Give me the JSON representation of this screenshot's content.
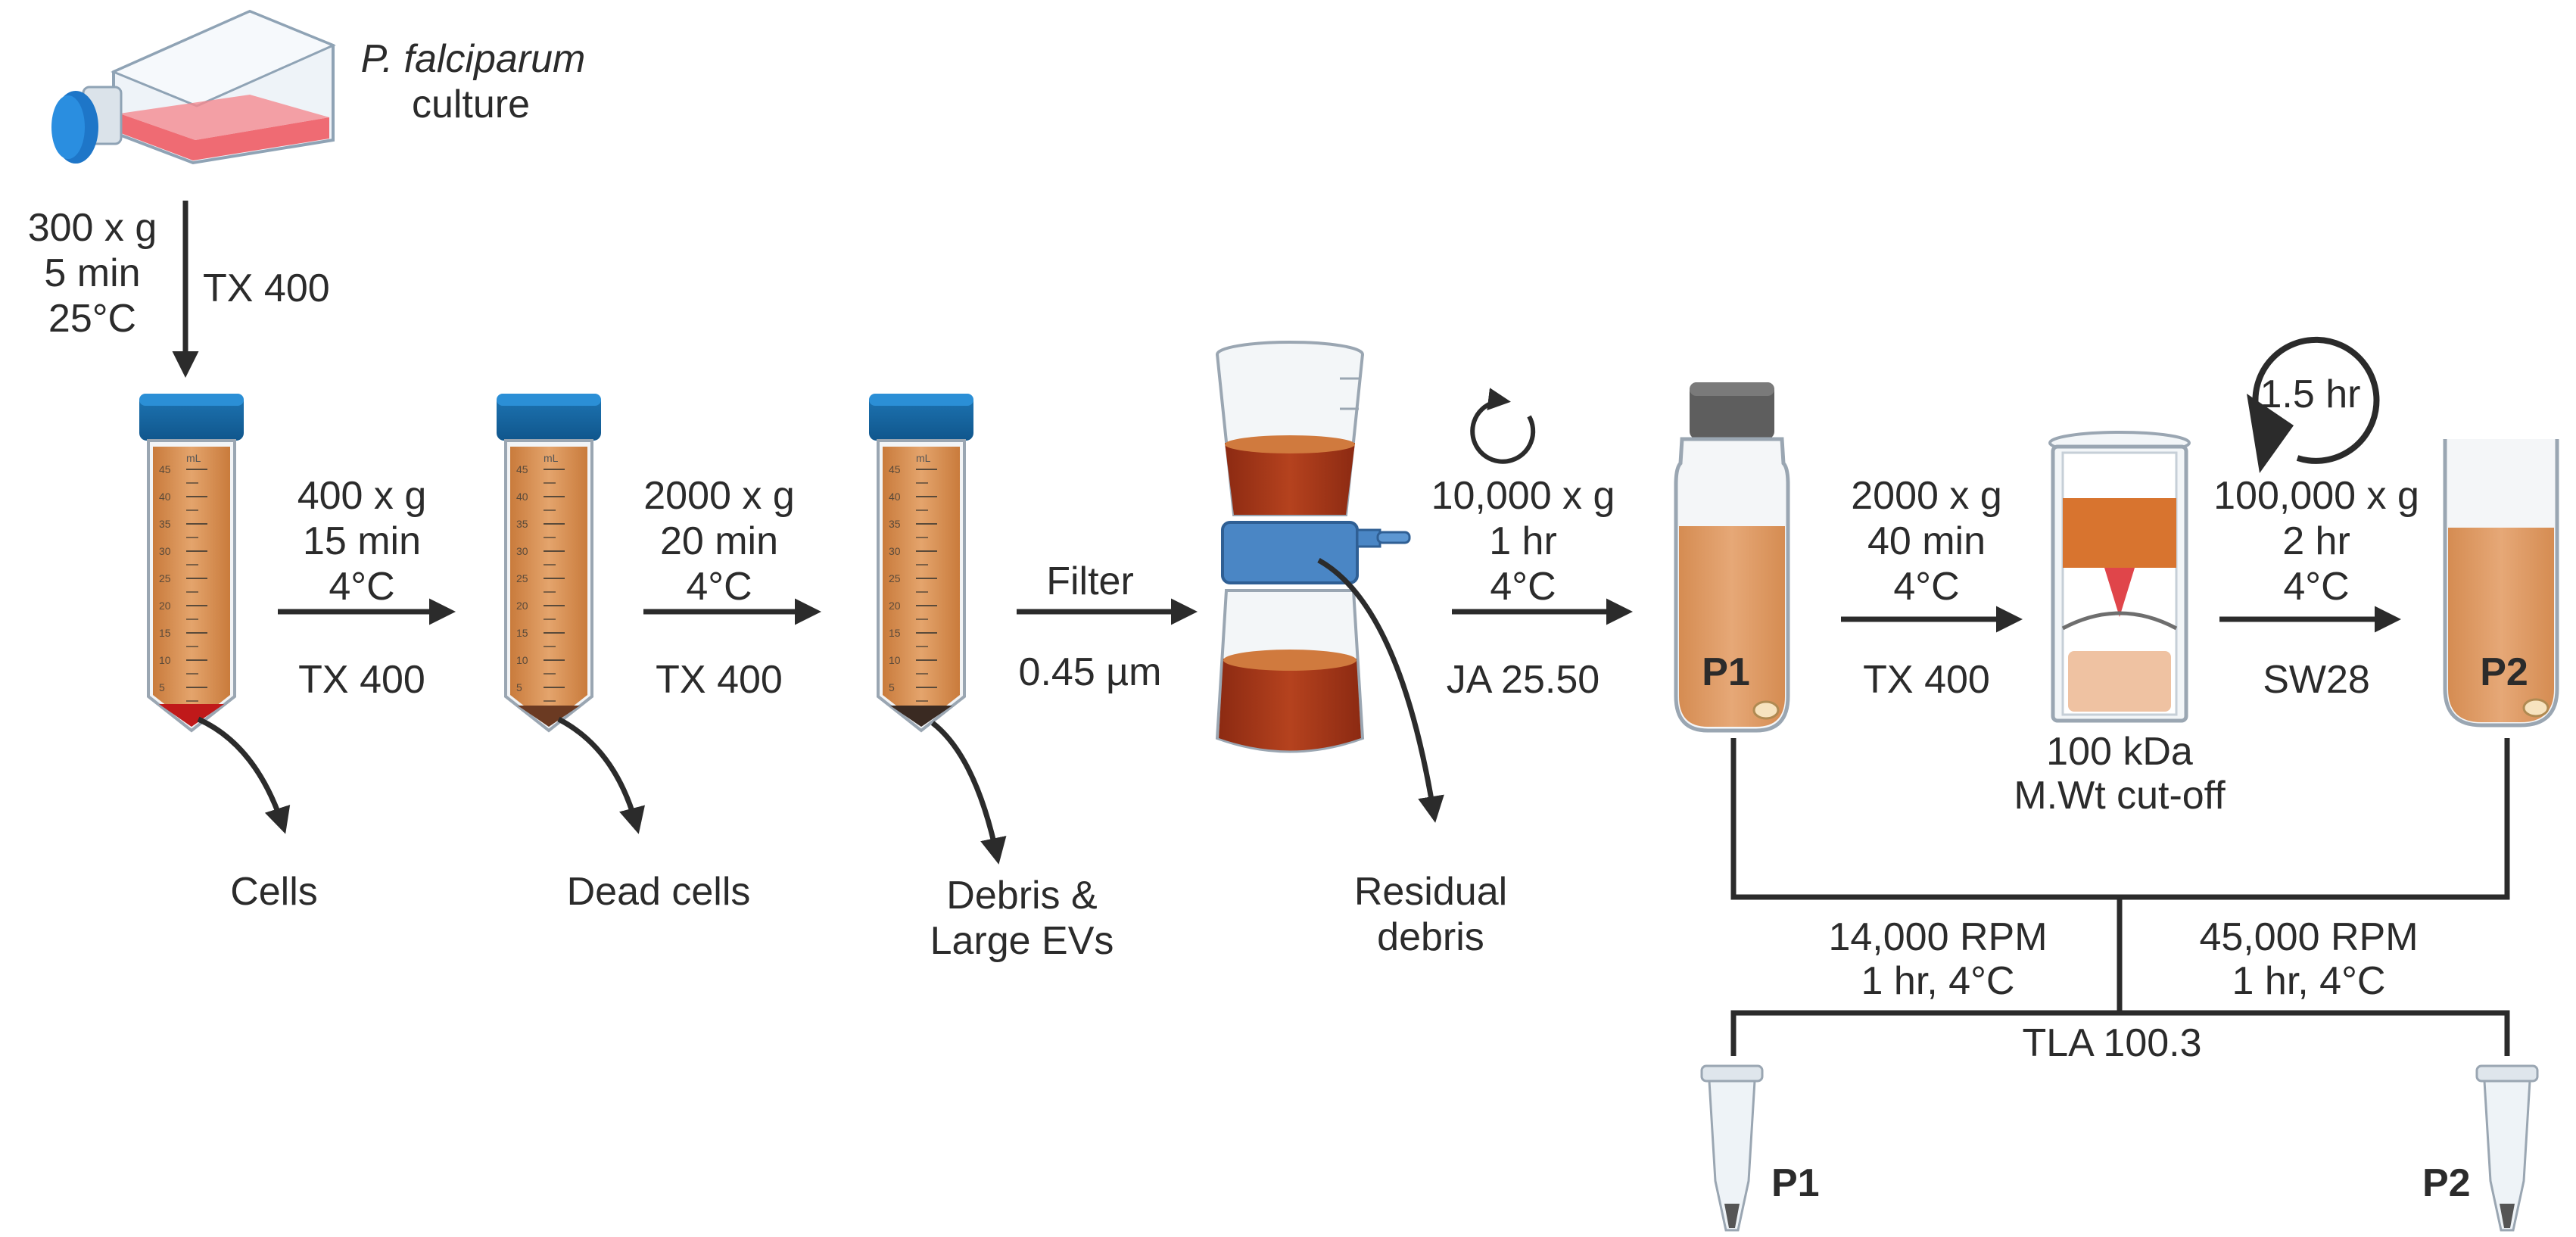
{
  "culture": {
    "name": "P. falciparum",
    "suffix": "culture"
  },
  "step0": {
    "lines": [
      "300 x g",
      "5 min",
      "25°C"
    ],
    "rotor": "TX 400"
  },
  "step1": {
    "lines": [
      "400 x g",
      "15 min",
      "4°C"
    ],
    "rotor": "TX 400"
  },
  "step2": {
    "lines": [
      "2000 x g",
      "20 min",
      "4°C"
    ],
    "rotor": "TX 400"
  },
  "step3": {
    "lines": [
      "Filter"
    ],
    "rotor": "0.45 µm"
  },
  "step4": {
    "lines": [
      "10,000 x g",
      "1 hr",
      "4°C"
    ],
    "rotor": "JA 25.50"
  },
  "step5": {
    "lines": [
      "2000 x g",
      "40 min",
      "4°C"
    ],
    "rotor": "TX 400"
  },
  "step6": {
    "lines": [
      "100,000 x g",
      "2 hr",
      "4°C"
    ],
    "rotor": "SW28",
    "rotation_time": "1.5 hr"
  },
  "discards": {
    "cells": "Cells",
    "dead_cells": "Dead cells",
    "debris_large_evs": [
      "Debris &",
      "Large EVs"
    ],
    "residual_debris": [
      "Residual",
      "debris"
    ]
  },
  "concentrator": {
    "lines": [
      "100 kDa",
      "M.Wt cut-off"
    ]
  },
  "bottles": {
    "p1": "P1",
    "p2": "P2"
  },
  "final": {
    "left_lines": [
      "14,000 RPM",
      "1 hr, 4°C"
    ],
    "right_lines": [
      "45,000 RPM",
      "1 hr, 4°C"
    ],
    "rotor": "TLA 100.3",
    "tube_left": "P1",
    "tube_right": "P2"
  },
  "tube_scale": {
    "unit": "mL",
    "ticks": [
      "45",
      "40",
      "35",
      "30",
      "25",
      "20",
      "15",
      "10",
      "5"
    ]
  }
}
